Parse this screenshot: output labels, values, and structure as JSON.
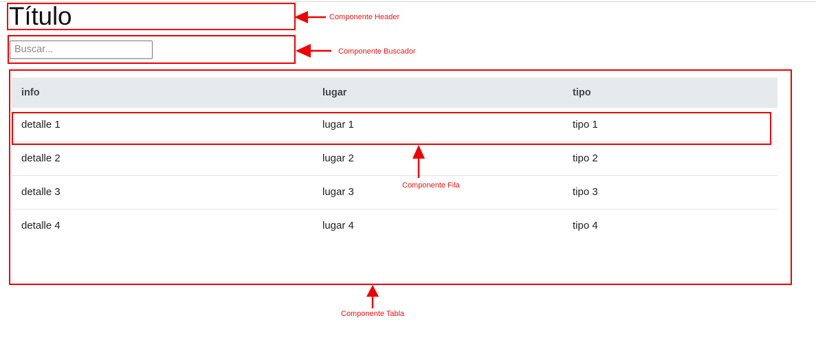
{
  "page": {
    "top_rule": true,
    "background": "#ffffff"
  },
  "header": {
    "title": "Título"
  },
  "search": {
    "value": "",
    "placeholder": "Buscar..."
  },
  "table": {
    "columns": [
      {
        "key": "info",
        "label": "info"
      },
      {
        "key": "lugar",
        "label": "lugar"
      },
      {
        "key": "tipo",
        "label": "tipo"
      }
    ],
    "rows": [
      {
        "info": "detalle 1",
        "lugar": "lugar 1",
        "tipo": "tipo 1",
        "highlighted": true
      },
      {
        "info": "detalle 2",
        "lugar": "lugar 2",
        "tipo": "tipo 2",
        "highlighted": false
      },
      {
        "info": "detalle 3",
        "lugar": "lugar 3",
        "tipo": "tipo 3",
        "highlighted": false
      },
      {
        "info": "detalle 4",
        "lugar": "lugar 4",
        "tipo": "tipo 4",
        "highlighted": false
      }
    ]
  },
  "annotations": {
    "color": "#ee1111",
    "items": [
      {
        "id": "header",
        "label": "Componente Header",
        "arrow": "left"
      },
      {
        "id": "search",
        "label": "Componente Buscador",
        "arrow": "left"
      },
      {
        "id": "row",
        "label": "Componente Fila",
        "arrow": "up"
      },
      {
        "id": "table",
        "label": "Componente Tabla",
        "arrow": "up"
      }
    ]
  },
  "colors": {
    "annotation_red": "#ee0000",
    "table_header_bg": "#e7eaed",
    "table_header_text": "#41464b",
    "row_divider": "#e2e4e7",
    "input_border": "#757575",
    "placeholder_text": "#8a8a8a",
    "title_text": "#111111"
  }
}
